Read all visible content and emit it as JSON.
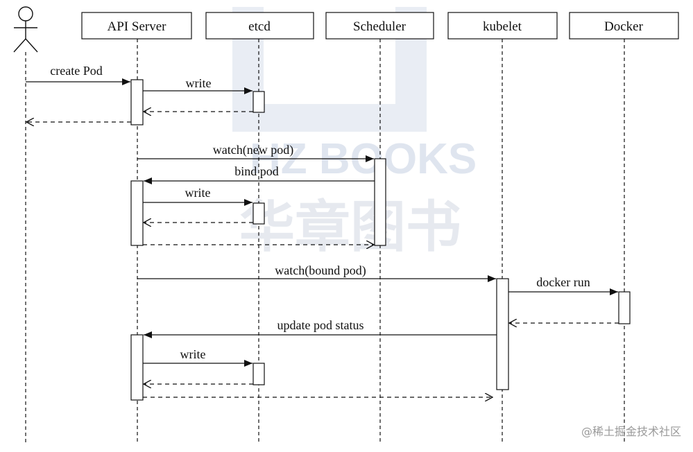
{
  "participants": [
    {
      "id": "user",
      "label": "",
      "kind": "actor"
    },
    {
      "id": "api",
      "label": "API Server"
    },
    {
      "id": "etcd",
      "label": "etcd"
    },
    {
      "id": "sched",
      "label": "Scheduler"
    },
    {
      "id": "kubelet",
      "label": "kubelet"
    },
    {
      "id": "docker",
      "label": "Docker"
    }
  ],
  "messages": [
    {
      "from": "user",
      "to": "api",
      "label": "create Pod",
      "type": "sync"
    },
    {
      "from": "api",
      "to": "etcd",
      "label": "write",
      "type": "sync"
    },
    {
      "from": "etcd",
      "to": "api",
      "label": "",
      "type": "return"
    },
    {
      "from": "api",
      "to": "user",
      "label": "",
      "type": "return"
    },
    {
      "from": "api",
      "to": "sched",
      "label": "watch(new pod)",
      "type": "sync"
    },
    {
      "from": "sched",
      "to": "api",
      "label": "bind pod",
      "type": "sync"
    },
    {
      "from": "api",
      "to": "etcd",
      "label": "write",
      "type": "sync"
    },
    {
      "from": "etcd",
      "to": "api",
      "label": "",
      "type": "return"
    },
    {
      "from": "api",
      "to": "sched",
      "label": "",
      "type": "return"
    },
    {
      "from": "api",
      "to": "kubelet",
      "label": "watch(bound pod)",
      "type": "sync"
    },
    {
      "from": "kubelet",
      "to": "docker",
      "label": "docker run",
      "type": "sync"
    },
    {
      "from": "docker",
      "to": "kubelet",
      "label": "",
      "type": "return"
    },
    {
      "from": "kubelet",
      "to": "api",
      "label": "update pod status",
      "type": "sync"
    },
    {
      "from": "api",
      "to": "etcd",
      "label": "write",
      "type": "sync"
    },
    {
      "from": "etcd",
      "to": "api",
      "label": "",
      "type": "return"
    },
    {
      "from": "api",
      "to": "kubelet",
      "label": "",
      "type": "return"
    }
  ],
  "watermark": {
    "text": "HZ BOOKS",
    "cn": "华章图书"
  },
  "credit": "@稀土掘金技术社区"
}
